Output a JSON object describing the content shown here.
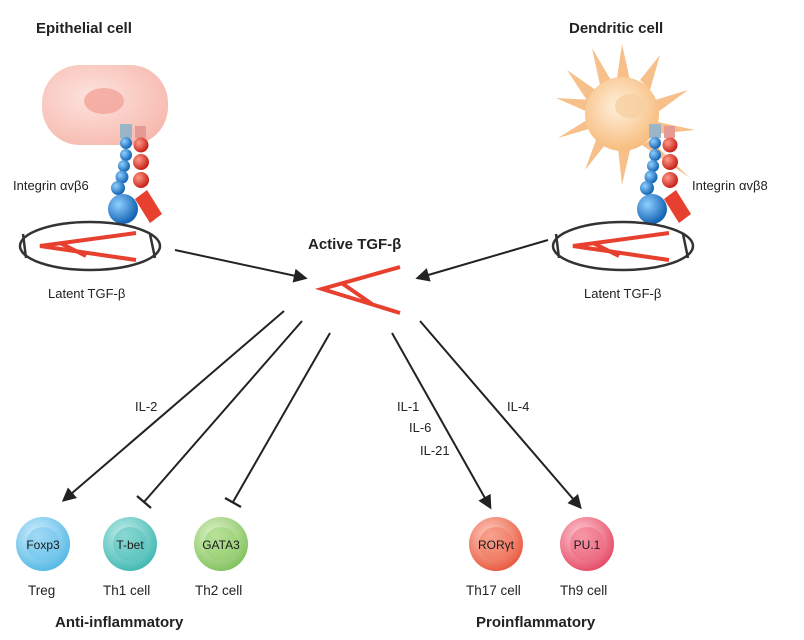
{
  "epithelial": {
    "title": "Epithelial cell",
    "integrin": "Integrin αvβ6",
    "latent": "Latent TGF-β"
  },
  "dendritic": {
    "title": "Dendritic cell",
    "integrin": "Integrin αvβ8",
    "latent": "Latent TGF-β"
  },
  "center": {
    "active": "Active TGF-β"
  },
  "cytokines": {
    "il2": "IL-2",
    "il1": "IL-1",
    "il6": "IL-6",
    "il21": "IL-21",
    "il4": "IL-4"
  },
  "cells": [
    {
      "marker": "Foxp3",
      "type": "Treg",
      "color": "#4fb6e3"
    },
    {
      "marker": "T-bet",
      "type": "Th1 cell",
      "color": "#3cb6b0"
    },
    {
      "marker": "GATA3",
      "type": "Th2 cell",
      "color": "#8cc864"
    },
    {
      "marker": "RORγt",
      "type": "Th17 cell",
      "color": "#ee6b4e"
    },
    {
      "marker": "PU.1",
      "type": "Th9 cell",
      "color": "#e9566a"
    }
  ],
  "groups": {
    "anti": "Anti-inflammatory",
    "pro": "Proinflammatory"
  },
  "colors": {
    "red": "#e8402f",
    "blue": "#1e78c8",
    "ring": "#333333"
  }
}
